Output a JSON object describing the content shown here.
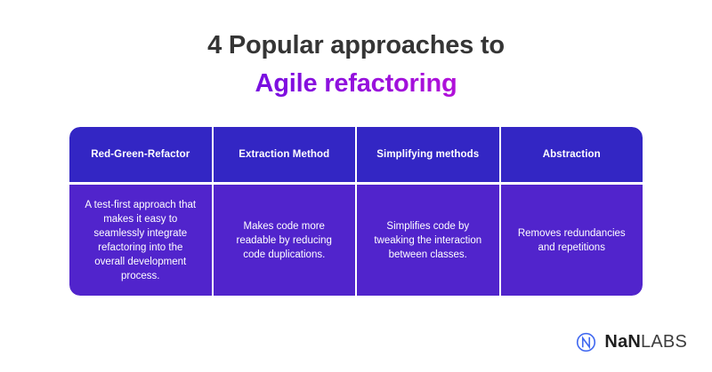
{
  "title": {
    "line1": "4 Popular approaches to",
    "line2": "Agile refactoring",
    "line1_color": "#353535",
    "gradient_start": "#4A17E0",
    "gradient_end": "#F010C0"
  },
  "colors": {
    "header_cell_bg": "#3326C4",
    "body_cell_bg": "#5124CC",
    "cell_text": "#FFFFFF",
    "page_bg": "#FFFFFF"
  },
  "table": {
    "headers": [
      "Red-Green-Refactor",
      "Extraction Method",
      "Simplifying methods",
      "Abstraction"
    ],
    "descriptions": [
      "A test-first approach that makes it easy to seamlessly integrate refactoring into the overall development process.",
      "Makes code more readable by reducing code duplications.",
      "Simplifies code by tweaking the interaction between classes.",
      "Removes redundancies and repetitions"
    ]
  },
  "logo": {
    "mark": "nan-monogram-icon",
    "mark_color": "#4169F0",
    "text_bold": "NaN",
    "text_light": "LABS"
  }
}
